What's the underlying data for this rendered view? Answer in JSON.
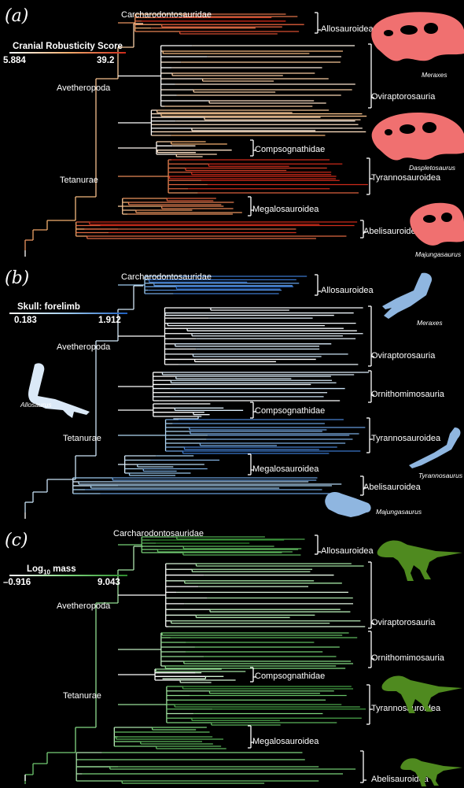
{
  "panels": [
    {
      "letter": "(a)",
      "legend_title": "Cranial Robusticity Score",
      "legend_min": "5.884",
      "legend_max": "39.2",
      "colors": {
        "low": "#ffffff",
        "mid": "#f2b070",
        "high": "#cc2a1a"
      },
      "node_labels": [
        "Carcharodontosauridae",
        "Avetheropoda",
        "Tetanurae"
      ],
      "clades": [
        "Allosauroidea",
        "Oviraptorosauria",
        "Compsognathidae",
        "Tyrannosauroidea",
        "Megalosauroidea",
        "Abelisauroidea"
      ],
      "genera": [
        "Meraxes",
        "Daspletosaurus",
        "Majungasaurus"
      ],
      "icons": [
        "skull-icon",
        "skull-icon",
        "skull-icon"
      ]
    },
    {
      "letter": "(b)",
      "legend_title": "Skull: forelimb",
      "legend_min": "0.183",
      "legend_max": "1.912",
      "colors": {
        "low": "#ffffff",
        "mid": "#9ecbee",
        "high": "#1f5fbf"
      },
      "node_labels": [
        "Carcharodontosauridae",
        "Avetheropoda",
        "Tetanurae"
      ],
      "clades": [
        "Allosauroidea",
        "Oviraptorosauria",
        "Ornithomimosauria",
        "Compsognathidae",
        "Tyrannosauroidea",
        "Megalosauroidea",
        "Abelisauroidea"
      ],
      "genera": [
        "Allosaurus",
        "Meraxes",
        "Tyrannosaurus",
        "Majungasaurus"
      ],
      "icons": [
        "forelimb-icon",
        "forelimb-icon",
        "forelimb-icon",
        "forelimb-icon"
      ]
    },
    {
      "letter": "(c)",
      "legend_title": "Log",
      "legend_title_sub": "10",
      "legend_title_suffix": " mass",
      "legend_min": "–0.916",
      "legend_max": "9.043",
      "colors": {
        "low": "#ffffff",
        "mid": "#7ed67e",
        "high": "#2e8b2e"
      },
      "node_labels": [
        "Carcharodontosauridae",
        "Avetheropoda",
        "Tetanurae"
      ],
      "clades": [
        "Allosauroidea",
        "Oviraptorosauria",
        "Ornithomimosauria",
        "Compsognathidae",
        "Tyrannosauroidea",
        "Megalosauroidea",
        "Abelisauroidea"
      ],
      "genera": [],
      "icons": [
        "theropod-silhouette-icon",
        "theropod-silhouette-icon",
        "theropod-silhouette-icon"
      ]
    }
  ]
}
